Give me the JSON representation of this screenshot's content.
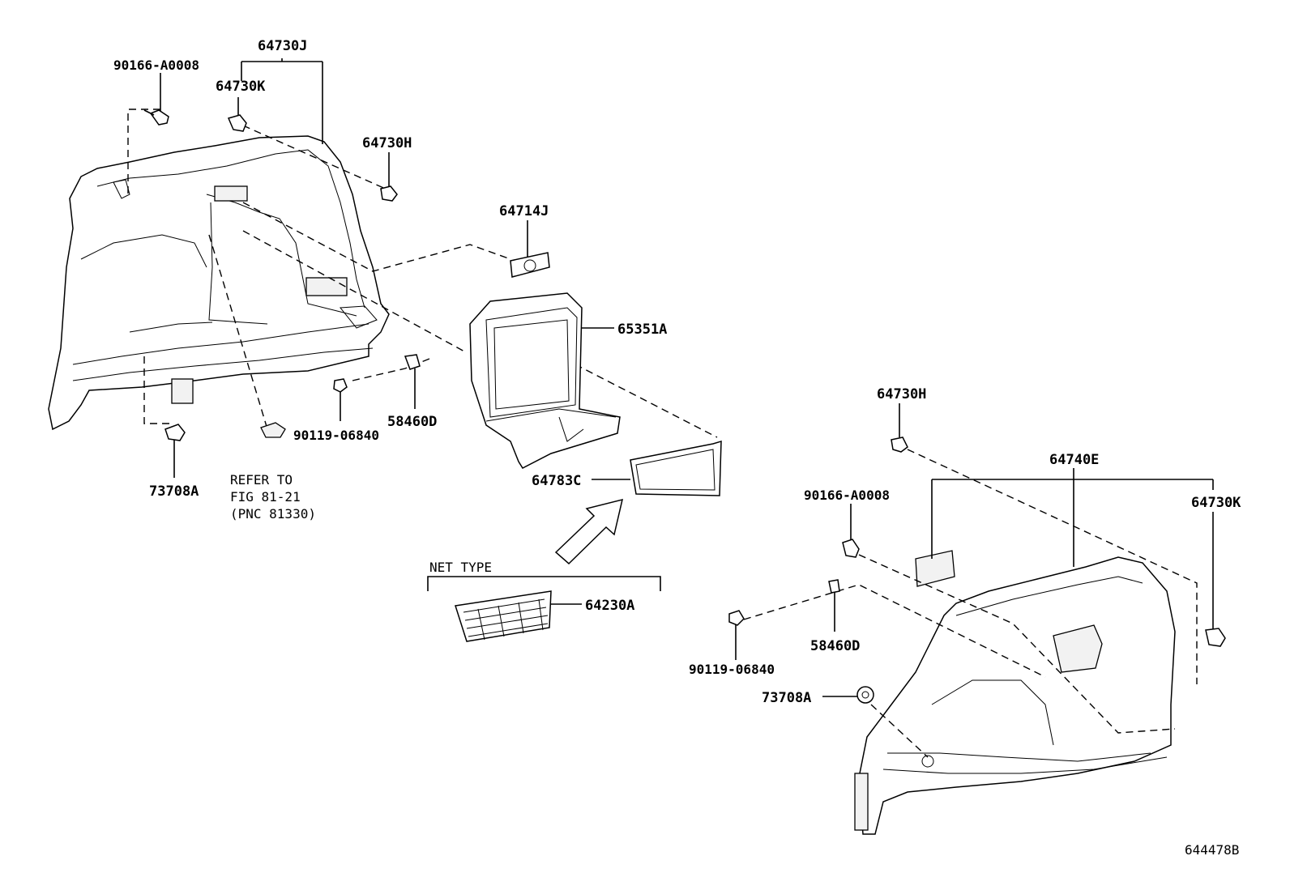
{
  "diagram": {
    "labels": {
      "p64730J": "64730J",
      "p90166_left": "90166-A0008",
      "p64730K_left": "64730K",
      "p64730H_left": "64730H",
      "p64714J": "64714J",
      "p65351A": "65351A",
      "p58460D_left": "58460D",
      "p90119_left": "90119-06840",
      "p73708A_left": "73708A",
      "refer_line1": "REFER TO",
      "refer_line2": "FIG 81-21",
      "refer_line3": "(PNC 81330)",
      "p64783C": "64783C",
      "net_type": "NET TYPE",
      "p64230A": "64230A",
      "p64730H_right": "64730H",
      "p64740E": "64740E",
      "p90166_right": "90166-A0008",
      "p64730K_right": "64730K",
      "p58460D_right": "58460D",
      "p90119_right": "90119-06840",
      "p73708A_right": "73708A",
      "figure_id": "644478B"
    },
    "icons": [
      "clip-icon",
      "screw-icon",
      "bolt-icon",
      "arrow-icon",
      "net-icon"
    ]
  }
}
